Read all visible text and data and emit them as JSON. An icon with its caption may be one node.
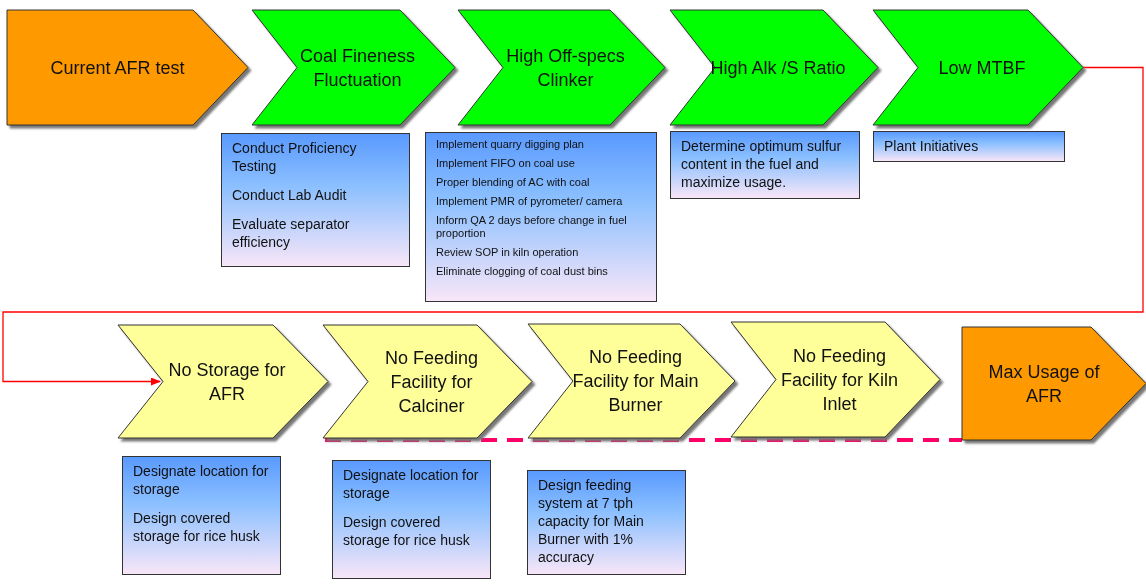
{
  "diagram": {
    "nodes": [
      {
        "text": [
          "Current AFR test"
        ]
      },
      {
        "text": [
          "Coal Fineness Fluctuation"
        ]
      },
      {
        "text": [
          "High Off-specs Clinker"
        ]
      },
      {
        "text": [
          "High Alk /S Ratio"
        ]
      },
      {
        "text": [
          "Low MTBF"
        ]
      },
      {
        "text": [
          "Conduct Proficiency Testing",
          "Conduct Lab Audit",
          "Evaluate separator efficiency"
        ]
      },
      {
        "text": [
          "Implement quarry digging plan",
          "Implement FIFO on coal use",
          "Proper blending of AC with coal",
          "Implement PMR of pyrometer/ camera",
          "Inform QA 2 days before change in fuel proportion",
          "Review SOP in kiln operation",
          "Eliminate clogging of coal dust bins"
        ]
      },
      {
        "text": [
          "Determine optimum sulfur content in the fuel and maximize usage."
        ]
      },
      {
        "text": [
          "Plant Initiatives"
        ]
      },
      {
        "text": [
          "No Storage for AFR"
        ]
      },
      {
        "text": [
          "No Feeding Facility for Calciner"
        ]
      },
      {
        "text": [
          "No Feeding Facility for Main Burner"
        ]
      },
      {
        "text": [
          "No Feeding Facility for Kiln Inlet"
        ]
      },
      {
        "text": [
          "Max Usage of AFR"
        ]
      },
      {
        "text": [
          "Designate location for storage",
          "Design covered storage for rice husk"
        ]
      },
      {
        "text": [
          "Designate location for storage",
          "Design covered storage for rice husk"
        ]
      },
      {
        "text": [
          "Design feeding system at 7 tph capacity for Main Burner with 1% accuracy"
        ]
      }
    ],
    "edges": [
      {
        "from": 4,
        "to": 9,
        "arrow": "to",
        "color": "#ff0000"
      },
      {
        "from": 10,
        "to": 13,
        "arrow": "none",
        "style": "dashed",
        "color": "#ff0066"
      }
    ]
  }
}
